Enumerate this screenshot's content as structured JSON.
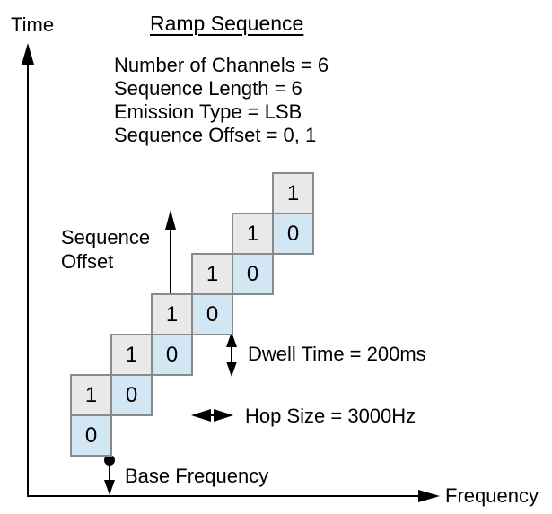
{
  "title": "Ramp Sequence",
  "axes": {
    "y_label": "Time",
    "x_label": "Frequency"
  },
  "parameters": {
    "lines": [
      "Number of Channels = 6",
      "Sequence Length = 6",
      "Emission Type = LSB",
      "Sequence Offset = 0, 1"
    ]
  },
  "annotations": {
    "sequence_offset_line1": "Sequence",
    "sequence_offset_line2": "Offset",
    "dwell_time": "Dwell Time = 200ms",
    "hop_size": "Hop Size = 3000Hz",
    "base_frequency": "Base Frequency"
  },
  "cells": [
    {
      "label": "0",
      "row": 0,
      "col": 0,
      "variant": "blue"
    },
    {
      "label": "1",
      "row": 1,
      "col": 0,
      "variant": "gray"
    },
    {
      "label": "0",
      "row": 1,
      "col": 1,
      "variant": "blue"
    },
    {
      "label": "1",
      "row": 2,
      "col": 1,
      "variant": "gray"
    },
    {
      "label": "0",
      "row": 2,
      "col": 2,
      "variant": "blue"
    },
    {
      "label": "1",
      "row": 3,
      "col": 2,
      "variant": "gray"
    },
    {
      "label": "0",
      "row": 3,
      "col": 3,
      "variant": "blue"
    },
    {
      "label": "1",
      "row": 4,
      "col": 3,
      "variant": "gray"
    },
    {
      "label": "0",
      "row": 4,
      "col": 4,
      "variant": "blue"
    },
    {
      "label": "1",
      "row": 5,
      "col": 4,
      "variant": "gray"
    },
    {
      "label": "0",
      "row": 5,
      "col": 5,
      "variant": "blue"
    },
    {
      "label": "1",
      "row": 6,
      "col": 5,
      "variant": "gray"
    }
  ],
  "colors": {
    "background": "#ffffff",
    "cell_gray_fill": "#e9e9e9",
    "cell_blue_fill": "#d3e6f4",
    "cell_border": "#8a8a8a",
    "axis": "#000000",
    "text": "#000000"
  }
}
